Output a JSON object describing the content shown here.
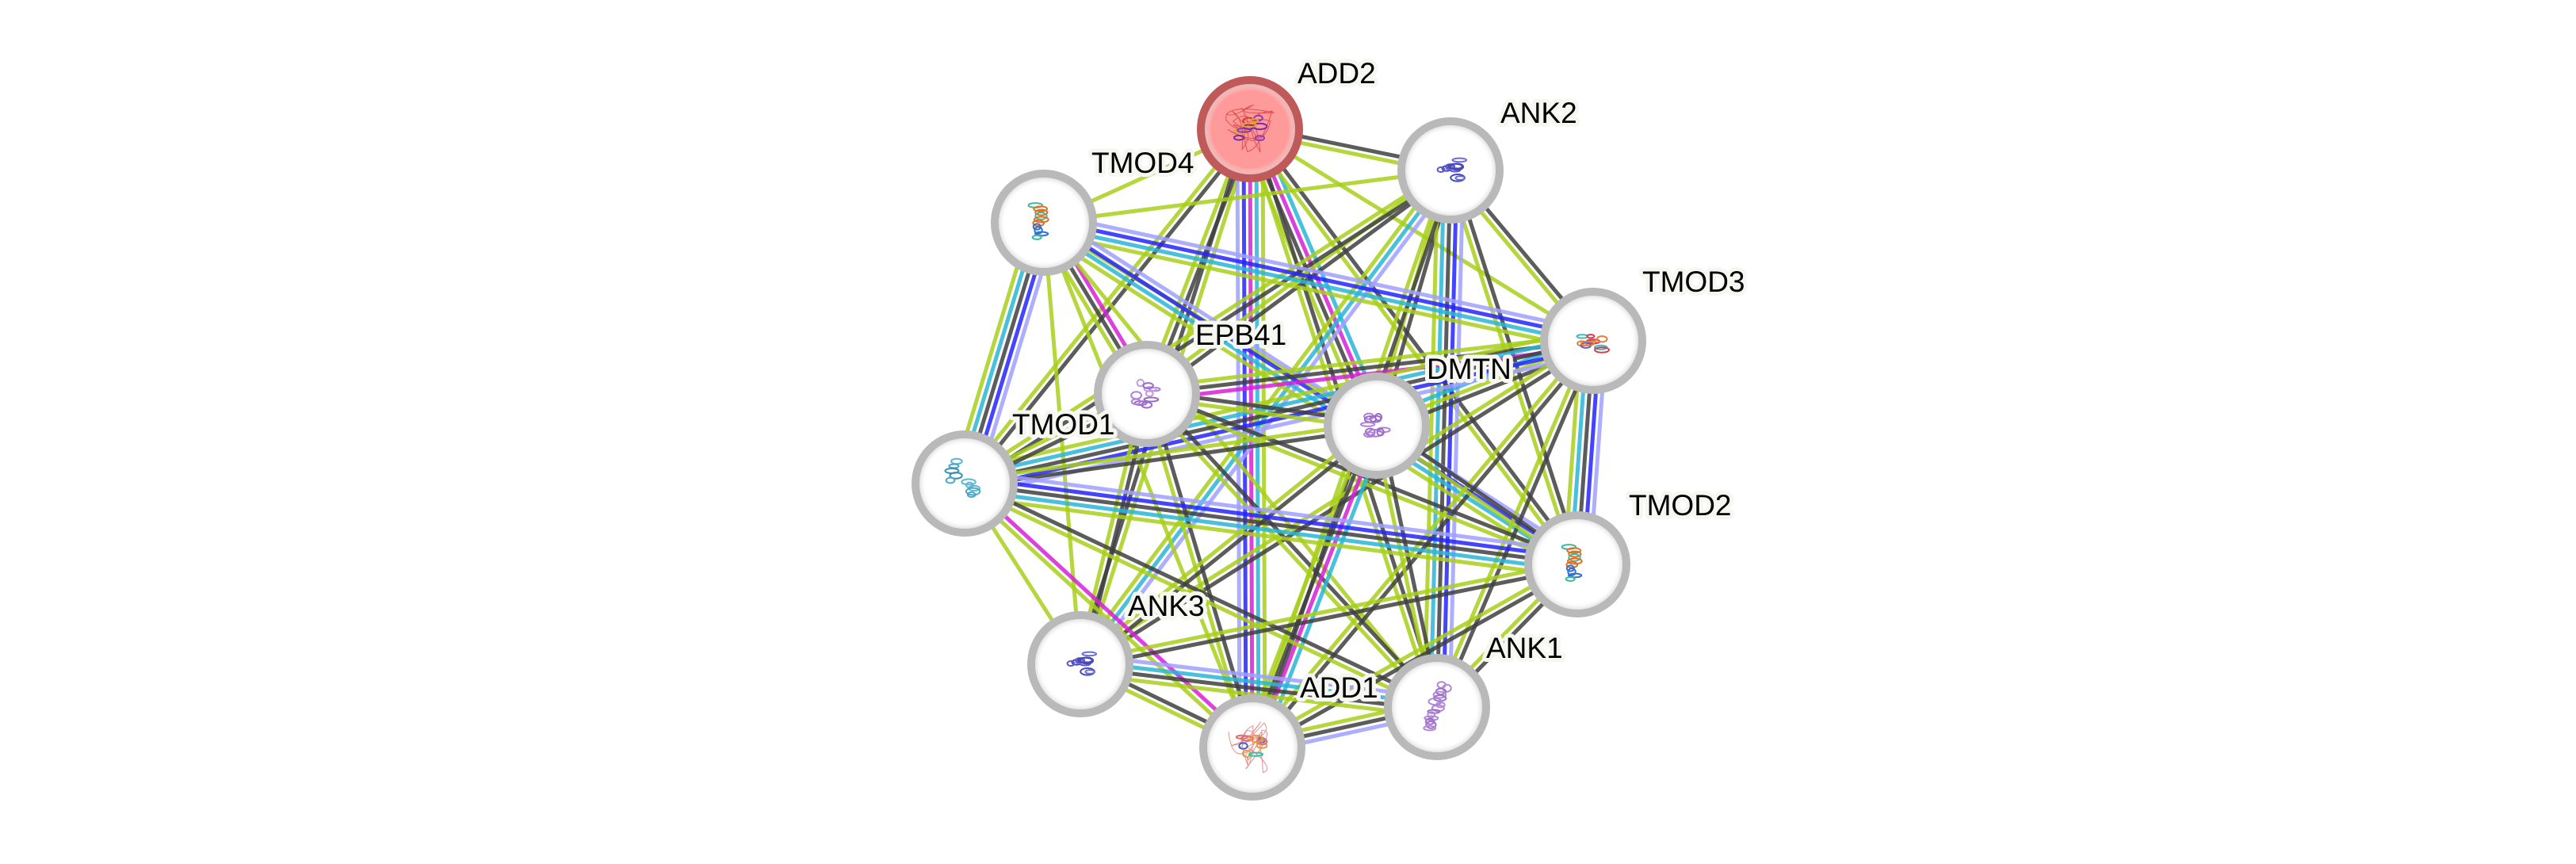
{
  "title": "STRING protein interaction network",
  "query_protein": "ADD2",
  "evidence_colors": {
    "textmining": "#a8cf1a",
    "coexpression": "#404040",
    "database": "#29b6d6",
    "experiments": "#d620d6",
    "cooccurrence": "#2525ff",
    "homology": "#a0a0ff"
  },
  "node_style": {
    "query_fill": "#ff9a9a",
    "query_ring": "#c05a5a",
    "default_fill": "#ffffff",
    "default_ring": "#b9b9b9"
  },
  "nodes": [
    {
      "id": "ADD2",
      "label": "ADD2",
      "query": true,
      "structure_hint": "disordered-red"
    },
    {
      "id": "ANK2",
      "label": "ANK2",
      "query": false,
      "structure_hint": "blue-beta"
    },
    {
      "id": "TMOD4",
      "label": "TMOD4",
      "query": false,
      "structure_hint": "rainbow-lrr"
    },
    {
      "id": "TMOD3",
      "label": "TMOD3",
      "query": false,
      "structure_hint": "rainbow-disordered"
    },
    {
      "id": "EPB41",
      "label": "EPB41",
      "query": false,
      "structure_hint": "purple-globular"
    },
    {
      "id": "DMTN",
      "label": "DMTN",
      "query": false,
      "structure_hint": "purple-headpiece"
    },
    {
      "id": "TMOD1",
      "label": "TMOD1",
      "query": false,
      "structure_hint": "teal-two-domain"
    },
    {
      "id": "TMOD2",
      "label": "TMOD2",
      "query": false,
      "structure_hint": "rainbow-lrr"
    },
    {
      "id": "ANK3",
      "label": "ANK3",
      "query": false,
      "structure_hint": "blue-beta"
    },
    {
      "id": "ANK1",
      "label": "ANK1",
      "query": false,
      "structure_hint": "purple-repeats"
    },
    {
      "id": "ADD1",
      "label": "ADD1",
      "query": false,
      "structure_hint": "disordered-red-blue"
    }
  ],
  "edges": [
    {
      "a": "ADD2",
      "b": "ANK2",
      "evidence": [
        "coexpression",
        "textmining"
      ]
    },
    {
      "a": "ADD2",
      "b": "TMOD4",
      "evidence": [
        "textmining"
      ]
    },
    {
      "a": "ADD2",
      "b": "TMOD3",
      "evidence": [
        "textmining"
      ]
    },
    {
      "a": "ADD2",
      "b": "EPB41",
      "evidence": [
        "coexpression",
        "textmining"
      ]
    },
    {
      "a": "ADD2",
      "b": "DMTN",
      "evidence": [
        "database",
        "experiments",
        "coexpression",
        "textmining"
      ]
    },
    {
      "a": "ADD2",
      "b": "TMOD1",
      "evidence": [
        "coexpression",
        "textmining"
      ]
    },
    {
      "a": "ADD2",
      "b": "TMOD2",
      "evidence": [
        "coexpression",
        "textmining"
      ]
    },
    {
      "a": "ADD2",
      "b": "ANK3",
      "evidence": [
        "textmining",
        "coexpression"
      ]
    },
    {
      "a": "ADD2",
      "b": "ANK1",
      "evidence": [
        "coexpression",
        "textmining"
      ]
    },
    {
      "a": "ADD2",
      "b": "ADD1",
      "evidence": [
        "textmining",
        "database",
        "experiments",
        "cooccurrence",
        "homology"
      ]
    },
    {
      "a": "ANK2",
      "b": "TMOD4",
      "evidence": [
        "textmining"
      ]
    },
    {
      "a": "ANK2",
      "b": "TMOD3",
      "evidence": [
        "coexpression",
        "textmining"
      ]
    },
    {
      "a": "ANK2",
      "b": "EPB41",
      "evidence": [
        "coexpression",
        "textmining"
      ]
    },
    {
      "a": "ANK2",
      "b": "DMTN",
      "evidence": [
        "coexpression",
        "textmining"
      ]
    },
    {
      "a": "ANK2",
      "b": "TMOD1",
      "evidence": [
        "coexpression",
        "textmining"
      ]
    },
    {
      "a": "ANK2",
      "b": "TMOD2",
      "evidence": [
        "coexpression",
        "textmining"
      ]
    },
    {
      "a": "ANK2",
      "b": "ANK3",
      "evidence": [
        "homology",
        "database",
        "textmining"
      ]
    },
    {
      "a": "ANK2",
      "b": "ANK1",
      "evidence": [
        "homology",
        "cooccurrence",
        "coexpression",
        "database",
        "textmining"
      ]
    },
    {
      "a": "ANK2",
      "b": "ADD1",
      "evidence": [
        "coexpression",
        "textmining"
      ]
    },
    {
      "a": "TMOD4",
      "b": "TMOD3",
      "evidence": [
        "homology",
        "cooccurrence",
        "database",
        "textmining"
      ]
    },
    {
      "a": "TMOD4",
      "b": "EPB41",
      "evidence": [
        "experiments",
        "coexpression",
        "textmining"
      ]
    },
    {
      "a": "TMOD4",
      "b": "DMTN",
      "evidence": [
        "textmining"
      ]
    },
    {
      "a": "TMOD4",
      "b": "TMOD1",
      "evidence": [
        "homology",
        "cooccurrence",
        "coexpression",
        "database",
        "textmining"
      ]
    },
    {
      "a": "TMOD4",
      "b": "TMOD2",
      "evidence": [
        "homology",
        "cooccurrence",
        "database",
        "textmining"
      ]
    },
    {
      "a": "TMOD4",
      "b": "ANK3",
      "evidence": [
        "textmining"
      ]
    },
    {
      "a": "TMOD4",
      "b": "ANK1",
      "evidence": [
        "textmining"
      ]
    },
    {
      "a": "TMOD4",
      "b": "ADD1",
      "evidence": [
        "textmining"
      ]
    },
    {
      "a": "TMOD3",
      "b": "EPB41",
      "evidence": [
        "experiments",
        "coexpression",
        "textmining"
      ]
    },
    {
      "a": "TMOD3",
      "b": "DMTN",
      "evidence": [
        "coexpression",
        "textmining",
        "database"
      ]
    },
    {
      "a": "TMOD3",
      "b": "TMOD1",
      "evidence": [
        "homology",
        "cooccurrence",
        "coexpression",
        "database",
        "textmining"
      ]
    },
    {
      "a": "TMOD3",
      "b": "TMOD2",
      "evidence": [
        "homology",
        "cooccurrence",
        "coexpression",
        "database",
        "textmining"
      ]
    },
    {
      "a": "TMOD3",
      "b": "ANK3",
      "evidence": [
        "coexpression",
        "textmining"
      ]
    },
    {
      "a": "TMOD3",
      "b": "ANK1",
      "evidence": [
        "coexpression",
        "textmining"
      ]
    },
    {
      "a": "TMOD3",
      "b": "ADD1",
      "evidence": [
        "coexpression",
        "textmining"
      ]
    },
    {
      "a": "EPB41",
      "b": "DMTN",
      "evidence": [
        "coexpression",
        "textmining"
      ]
    },
    {
      "a": "EPB41",
      "b": "TMOD1",
      "evidence": [
        "coexpression",
        "textmining"
      ]
    },
    {
      "a": "EPB41",
      "b": "TMOD2",
      "evidence": [
        "coexpression",
        "textmining"
      ]
    },
    {
      "a": "EPB41",
      "b": "ANK3",
      "evidence": [
        "coexpression",
        "textmining"
      ]
    },
    {
      "a": "EPB41",
      "b": "ANK1",
      "evidence": [
        "coexpression",
        "textmining"
      ]
    },
    {
      "a": "EPB41",
      "b": "ADD1",
      "evidence": [
        "coexpression",
        "textmining"
      ]
    },
    {
      "a": "DMTN",
      "b": "TMOD1",
      "evidence": [
        "coexpression",
        "textmining"
      ]
    },
    {
      "a": "DMTN",
      "b": "TMOD2",
      "evidence": [
        "coexpression",
        "textmining"
      ]
    },
    {
      "a": "DMTN",
      "b": "ANK3",
      "evidence": [
        "coexpression",
        "textmining"
      ]
    },
    {
      "a": "DMTN",
      "b": "ANK1",
      "evidence": [
        "coexpression",
        "textmining"
      ]
    },
    {
      "a": "DMTN",
      "b": "ADD1",
      "evidence": [
        "database",
        "experiments",
        "coexpression",
        "textmining"
      ]
    },
    {
      "a": "TMOD1",
      "b": "TMOD2",
      "evidence": [
        "homology",
        "cooccurrence",
        "coexpression",
        "database",
        "textmining"
      ]
    },
    {
      "a": "TMOD1",
      "b": "ANK3",
      "evidence": [
        "textmining"
      ]
    },
    {
      "a": "TMOD1",
      "b": "ANK1",
      "evidence": [
        "coexpression",
        "textmining"
      ]
    },
    {
      "a": "TMOD1",
      "b": "ADD1",
      "evidence": [
        "experiments",
        "textmining"
      ]
    },
    {
      "a": "TMOD2",
      "b": "ANK3",
      "evidence": [
        "coexpression",
        "textmining"
      ]
    },
    {
      "a": "TMOD2",
      "b": "ANK1",
      "evidence": [
        "coexpression",
        "textmining"
      ]
    },
    {
      "a": "TMOD2",
      "b": "ADD1",
      "evidence": [
        "coexpression",
        "textmining"
      ]
    },
    {
      "a": "ANK3",
      "b": "ANK1",
      "evidence": [
        "homology",
        "database",
        "coexpression",
        "textmining"
      ]
    },
    {
      "a": "ANK3",
      "b": "ADD1",
      "evidence": [
        "coexpression",
        "textmining"
      ]
    },
    {
      "a": "ANK1",
      "b": "ADD1",
      "evidence": [
        "homology",
        "coexpression",
        "textmining"
      ]
    }
  ]
}
